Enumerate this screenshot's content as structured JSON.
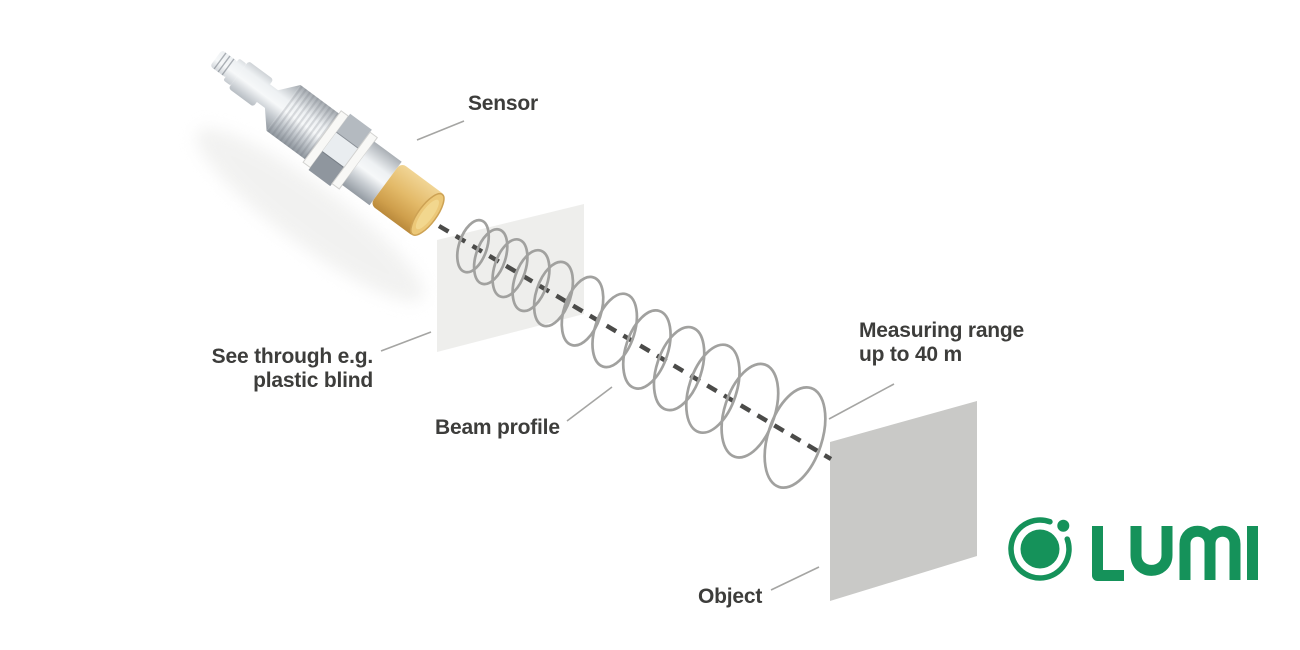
{
  "page": {
    "background": "#ffffff"
  },
  "diagram": {
    "labels": {
      "sensor": "Sensor",
      "see_through": [
        "See through e.g.",
        "plastic blind"
      ],
      "beam_profile": "Beam profile",
      "measuring_range": [
        "Measuring range",
        "up to 40 m"
      ],
      "object": "Object"
    },
    "beam": {
      "rings": 12
    },
    "colors": {
      "text": "#3d3d3b",
      "dashed_axis": "#4b4b49",
      "ring_stroke": "#a1a19f",
      "blind_plane": "#ececea",
      "object_plane": "#c9c9c7",
      "sensor_cap_yellow": "#e3ba69"
    }
  },
  "logo": {
    "brand": "LUMI",
    "green": "#15925A"
  }
}
